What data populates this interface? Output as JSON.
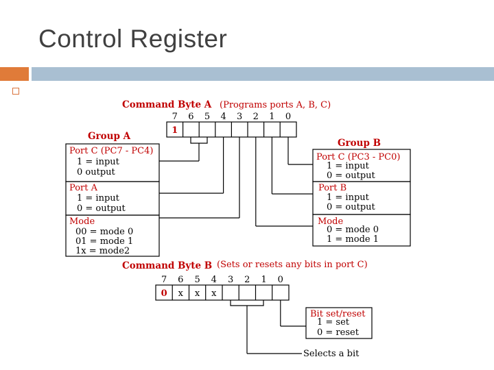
{
  "slide": {
    "title": "Control Register"
  },
  "command_a": {
    "title": "Command Byte A",
    "subtitle": "(Programs ports A, B, C)",
    "bit_numbers": [
      "7",
      "6",
      "5",
      "4",
      "3",
      "2",
      "1",
      "0"
    ],
    "bit7_value": "1"
  },
  "group_a": {
    "label": "Group A",
    "portc_title": "Port C (PC7 - PC4)",
    "portc_lines": [
      "1 = input",
      "0 output"
    ],
    "porta_title": "Port A",
    "porta_lines": [
      "1 = input",
      "0 = output"
    ],
    "mode_title": "Mode",
    "mode_lines": [
      "00 = mode 0",
      "01 = mode 1",
      "1x = mode2"
    ]
  },
  "group_b": {
    "label": "Group B",
    "portc_title": "Port C (PC3 - PC0)",
    "portc_lines": [
      "1 = input",
      "0 = output"
    ],
    "portb_title": "Port B",
    "portb_lines": [
      "1 = input",
      "0 = output"
    ],
    "mode_title": "Mode",
    "mode_lines": [
      "0 = mode 0",
      "1 = mode 1"
    ]
  },
  "command_b": {
    "title": "Command Byte B",
    "subtitle": "(Sets or resets any bits in port C)",
    "bit_numbers": [
      "7",
      "6",
      "5",
      "4",
      "3",
      "2",
      "1",
      "0"
    ],
    "bit_values": [
      "0",
      "x",
      "x",
      "x"
    ],
    "bitset_title": "Bit set/reset",
    "bitset_lines": [
      "1 = set",
      "0 = reset"
    ],
    "select_label": "Selects a bit"
  }
}
